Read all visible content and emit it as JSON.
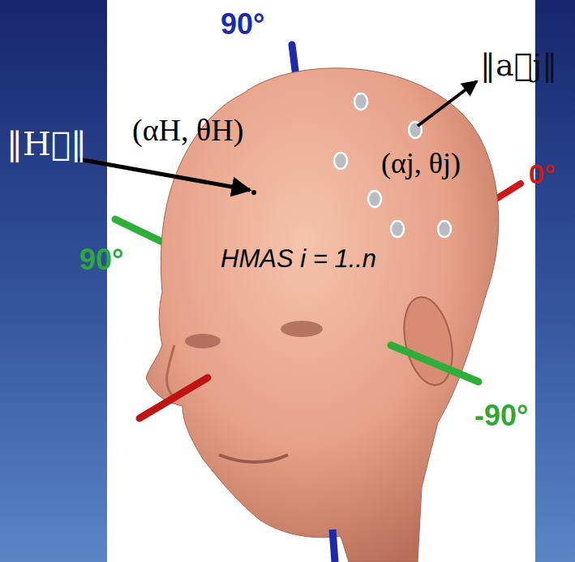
{
  "diagram": {
    "labels": [
      "90°",
      "‖H⃗‖",
      "(αH, θH)",
      "‖a⃗j‖",
      "(αj, θj)",
      "0°",
      "90°",
      "HMAS i = 1..n",
      "-90°"
    ]
  }
}
